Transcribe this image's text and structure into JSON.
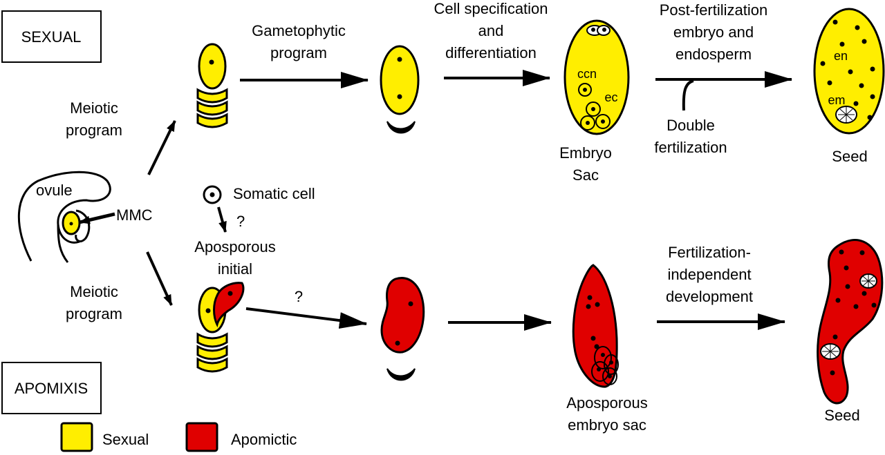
{
  "labels": {
    "sexual_box": "SEXUAL",
    "apomixis_box": "APOMIXIS",
    "gametophytic_l1": "Gametophytic",
    "gametophytic_l2": "program",
    "cellspec_l1": "Cell specification",
    "cellspec_l2": "and",
    "cellspec_l3": "differentiation",
    "postfert_l1": "Post-fertilization",
    "postfert_l2": "embryo and",
    "postfert_l3": "endosperm",
    "meiotic_top_l1": "Meiotic",
    "meiotic_top_l2": "program",
    "meiotic_bot_l1": "Meiotic",
    "meiotic_bot_l2": "program",
    "ovule": "ovule",
    "mmc": "MMC",
    "somatic_cell": "Somatic cell",
    "q1": "?",
    "q2": "?",
    "aposporous_initial_l1": "Aposporous",
    "aposporous_initial_l2": "initial",
    "ccn": "ccn",
    "ec": "ec",
    "embryo_sac_l1": "Embryo",
    "embryo_sac_l2": "Sac",
    "double_fert_l1": "Double",
    "double_fert_l2": "fertilization",
    "en": "en",
    "em": "em",
    "seed_top": "Seed",
    "fertind_l1": "Fertilization-",
    "fertind_l2": "independent",
    "fertind_l3": "development",
    "apo_sac_l1": "Aposporous",
    "apo_sac_l2": "embryo sac",
    "seed_bottom": "Seed"
  },
  "legend": {
    "sexual": "Sexual",
    "apomictic": "Apomictic",
    "sexual_color": "#ffee00",
    "apomictic_color": "#e00000"
  }
}
